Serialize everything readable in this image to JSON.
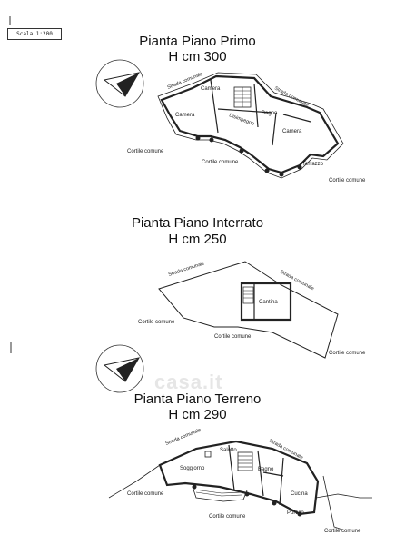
{
  "scale": "Scala 1:200",
  "watermark": "casa.it",
  "plan_first": {
    "title": "Pianta Piano Primo",
    "height": "H cm 300",
    "labels": {
      "camera1": "Camera",
      "camera2": "Camera",
      "camera3": "Camera",
      "bagno": "Bagno",
      "disimpegno": "Disimpegno",
      "terrazzo": "Terrazzo",
      "strada_left": "Strada comunale",
      "strada_right": "Strada comunale",
      "cortile_left": "Cortile comune",
      "cortile_mid": "Cortile comune",
      "cortile_right": "Cortile comune"
    }
  },
  "plan_basement": {
    "title": "Pianta Piano Interrato",
    "height": "H cm 250",
    "labels": {
      "cantina": "Cantina",
      "strada_left": "Strada comunale",
      "strada_right": "Strada comunale",
      "cortile_left": "Cortile comune",
      "cortile_mid": "Cortile comune",
      "cortile_right": "Cortile comune"
    }
  },
  "plan_ground": {
    "title": "Pianta Piano Terreno",
    "height": "H cm 290",
    "labels": {
      "salotto": "Salotto",
      "soggiorno": "Soggiorno",
      "bagno": "Bagno",
      "cucina": "Cucina",
      "portico": "Portico",
      "strada_left": "Strada comunale",
      "strada_right": "Strada comunale",
      "cortile_left": "Cortile comune",
      "cortile_mid": "Cortile comune",
      "cortile_right": "Cortile comune"
    }
  }
}
